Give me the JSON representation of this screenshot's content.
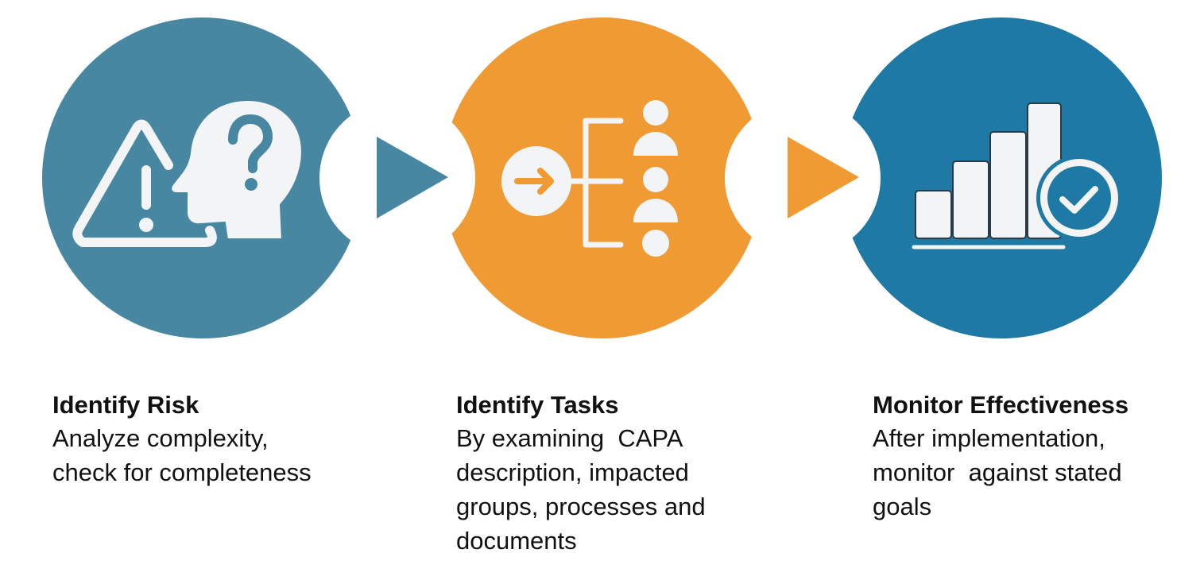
{
  "colors": {
    "teal": "#4787A2",
    "orange": "#F09A33",
    "blue": "#1E79A4",
    "icon_fill": "#F3F4F5",
    "text": "#111111",
    "background": "#FFFFFF"
  },
  "steps": [
    {
      "title": "Identify Risk",
      "description_lines": [
        "Analyze complexity,",
        "check for completeness"
      ],
      "icon": "risk-warning-head-question-icon"
    },
    {
      "title": "Identify Tasks",
      "description_lines": [
        "By examining  CAPA",
        "description, impacted",
        "groups, processes and",
        "documents"
      ],
      "icon": "task-breakdown-arrow-icon"
    },
    {
      "title": "Monitor Effectiveness",
      "description_lines": [
        "After implementation,",
        "monitor  against stated",
        "goals"
      ],
      "icon": "bar-chart-check-icon"
    }
  ],
  "connectors": [
    {
      "icon": "play-arrow-icon",
      "color": "#4787A2"
    },
    {
      "icon": "play-arrow-icon",
      "color": "#F09A33"
    }
  ]
}
